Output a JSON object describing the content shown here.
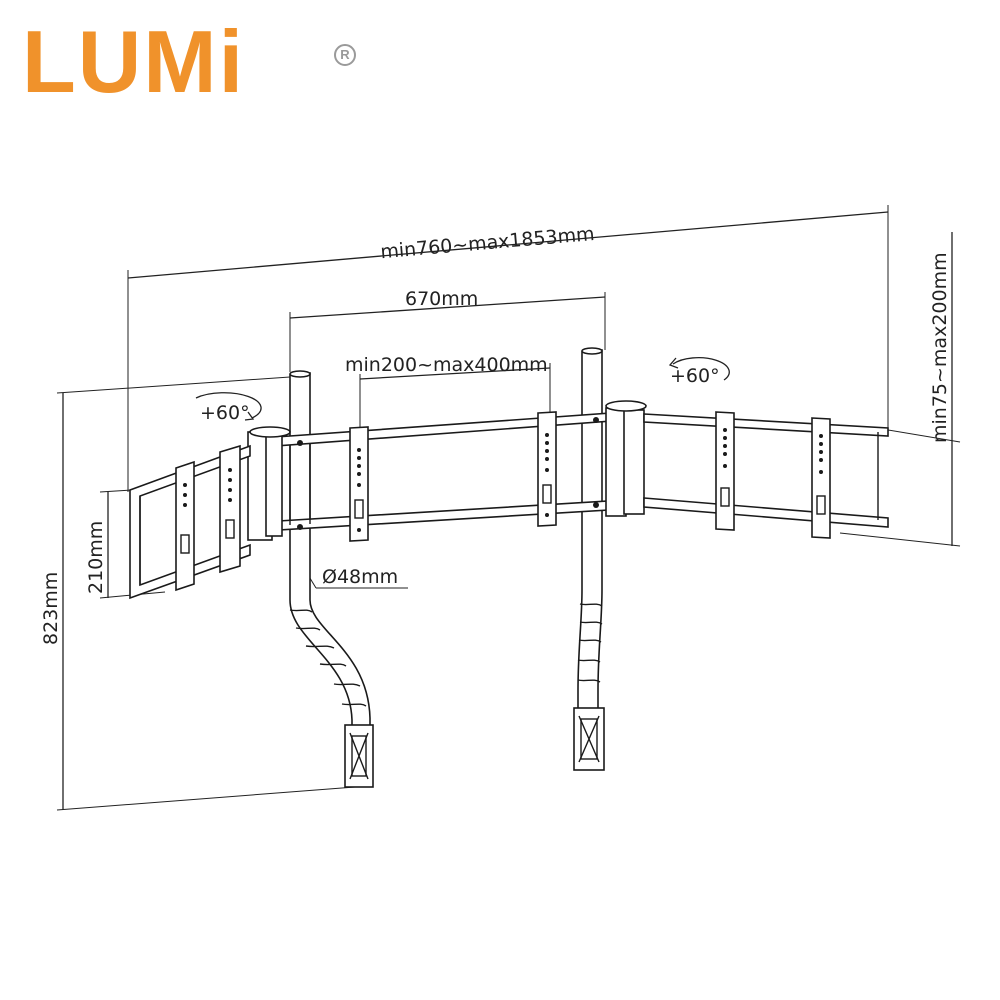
{
  "brand": {
    "name": "LUMi",
    "registered_mark": "R",
    "color": "#f0922b"
  },
  "dimensions": {
    "total_width": "min760~max1853mm",
    "pole_spacing": "670mm",
    "arm_range": "min200~max400mm",
    "height_offset": "min75~max200mm",
    "frame_height": "210mm",
    "total_height": "823mm",
    "pole_diameter": "Ø48mm",
    "left_rotation": "+60°",
    "right_rotation": "+60°"
  }
}
